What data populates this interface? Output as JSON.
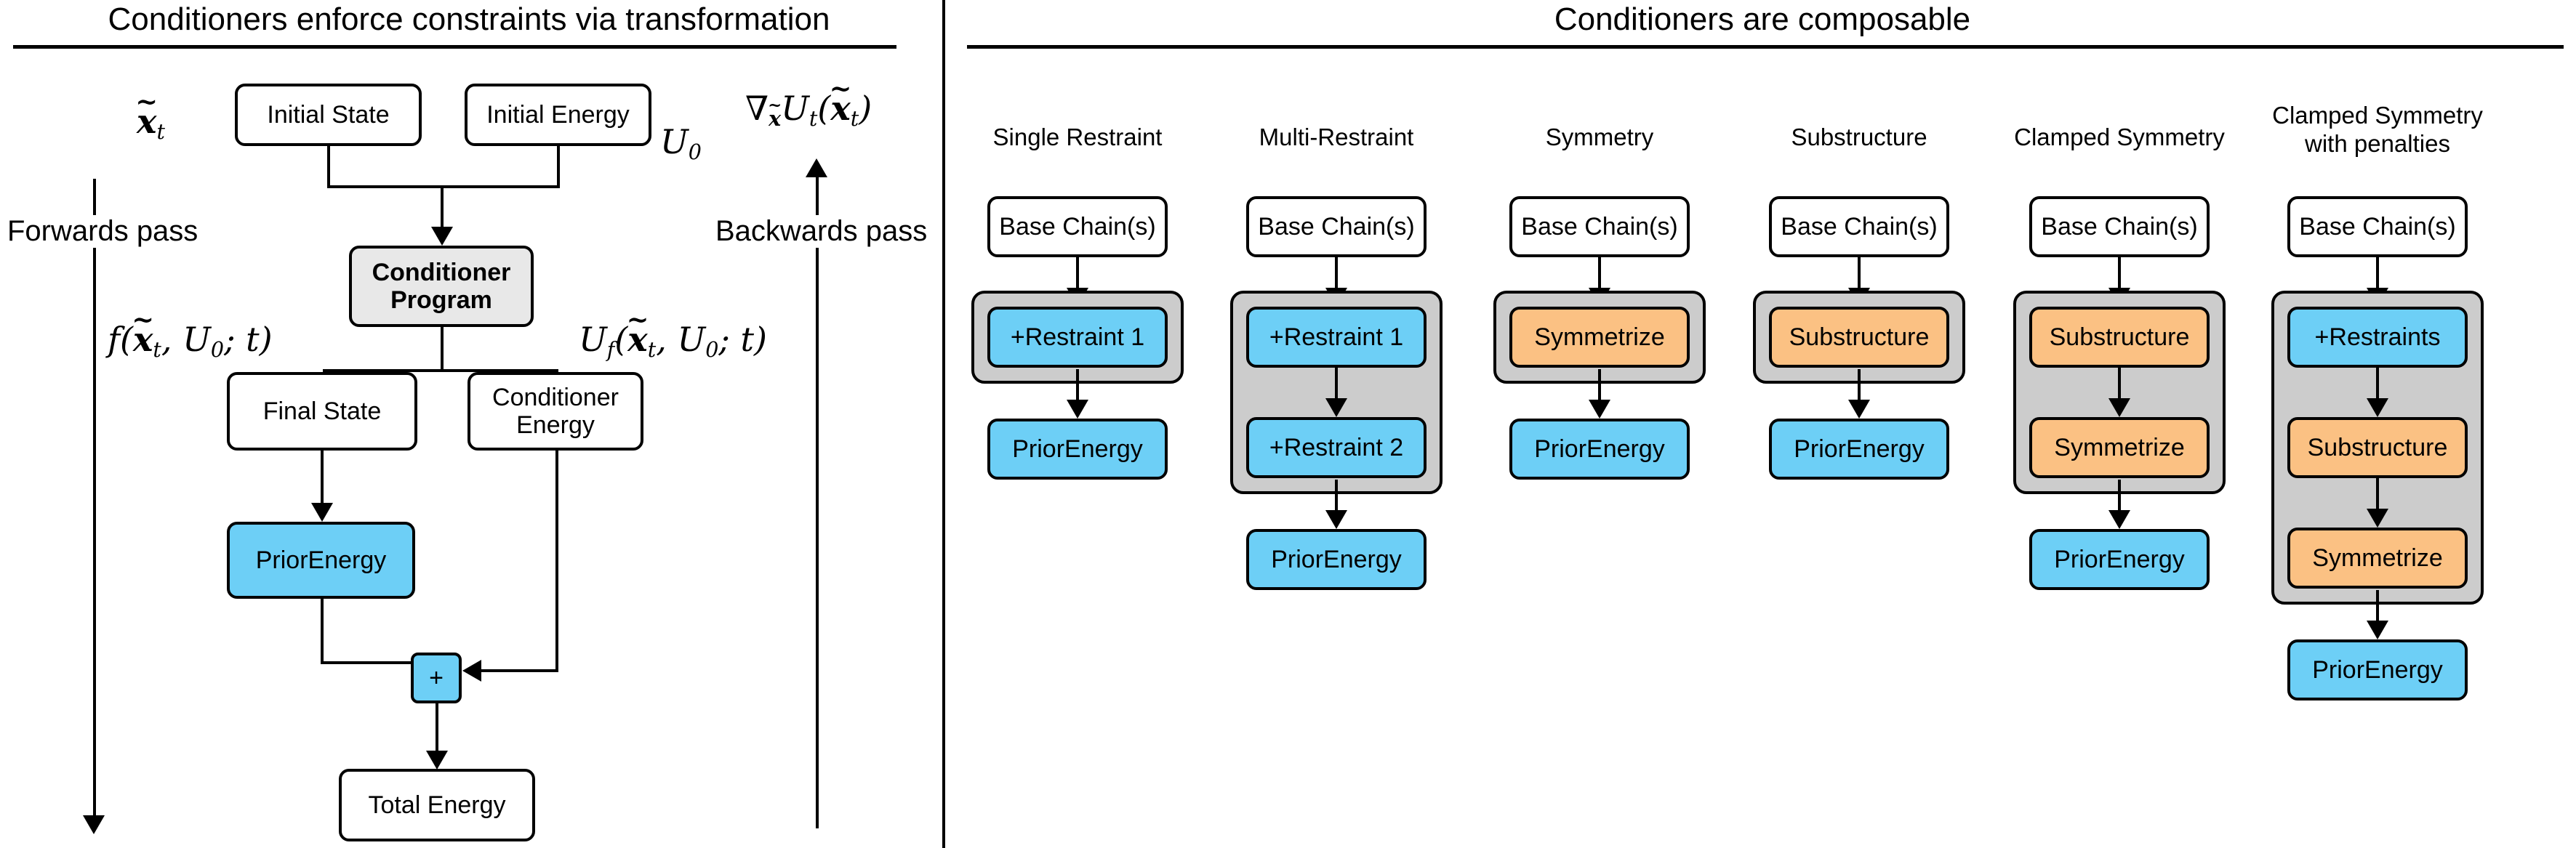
{
  "left_panel": {
    "title": "Conditioners enforce constraints via transformation",
    "forwards_pass_label": "Forwards pass",
    "backwards_pass_label": "Backwards pass",
    "math": {
      "x_tilde_t": "x̃t",
      "U_0": "U0",
      "grad": "∇x̃ Ut(x̃t)",
      "f_transform": "f(x̃t, U0; t)",
      "U_f": "Uf(x̃t, U0; t)"
    },
    "nodes": {
      "initial_state": "Initial State",
      "initial_energy": "Initial Energy",
      "conditioner_program_line1": "Conditioner",
      "conditioner_program_line2": "Program",
      "final_state": "Final State",
      "conditioner_energy_line1": "Conditioner",
      "conditioner_energy_line2": "Energy",
      "prior_energy": "PriorEnergy",
      "plus": "+",
      "total_energy": "Total Energy"
    }
  },
  "right_panel": {
    "title": "Conditioners are composable",
    "columns": [
      {
        "caption": "Single Restraint",
        "caption_line2": "",
        "base": "Base Chain(s)",
        "grouped": [
          {
            "label": "+Restraint 1",
            "color": "blue"
          }
        ],
        "tail": [
          {
            "label": "PriorEnergy",
            "color": "blue"
          }
        ]
      },
      {
        "caption": "Multi-Restraint",
        "caption_line2": "",
        "base": "Base Chain(s)",
        "grouped": [
          {
            "label": "+Restraint 1",
            "color": "blue"
          },
          {
            "label": "+Restraint 2",
            "color": "blue"
          }
        ],
        "tail": [
          {
            "label": "PriorEnergy",
            "color": "blue"
          }
        ]
      },
      {
        "caption": "Symmetry",
        "caption_line2": "",
        "base": "Base Chain(s)",
        "grouped": [
          {
            "label": "Symmetrize",
            "color": "orange"
          }
        ],
        "tail": [
          {
            "label": "PriorEnergy",
            "color": "blue"
          }
        ]
      },
      {
        "caption": "Substructure",
        "caption_line2": "",
        "base": "Base Chain(s)",
        "grouped": [
          {
            "label": "Substructure",
            "color": "orange"
          }
        ],
        "tail": [
          {
            "label": "PriorEnergy",
            "color": "blue"
          }
        ]
      },
      {
        "caption": "Clamped Symmetry",
        "caption_line2": "",
        "base": "Base Chain(s)",
        "grouped": [
          {
            "label": "Substructure",
            "color": "orange"
          },
          {
            "label": "Symmetrize",
            "color": "orange"
          }
        ],
        "tail": [
          {
            "label": "PriorEnergy",
            "color": "blue"
          }
        ]
      },
      {
        "caption": "Clamped Symmetry",
        "caption_line2": "with penalties",
        "base": "Base Chain(s)",
        "grouped": [
          {
            "label": "+Restraints",
            "color": "blue"
          },
          {
            "label": "Substructure",
            "color": "orange"
          },
          {
            "label": "Symmetrize",
            "color": "orange"
          }
        ],
        "tail": [
          {
            "label": "PriorEnergy",
            "color": "blue"
          }
        ]
      }
    ]
  },
  "colors": {
    "blue": "#6dcff6",
    "orange": "#fbc183",
    "group_grey": "#cccccc",
    "program_grey": "#e8e8e8",
    "stroke": "#000000",
    "background": "#ffffff"
  }
}
